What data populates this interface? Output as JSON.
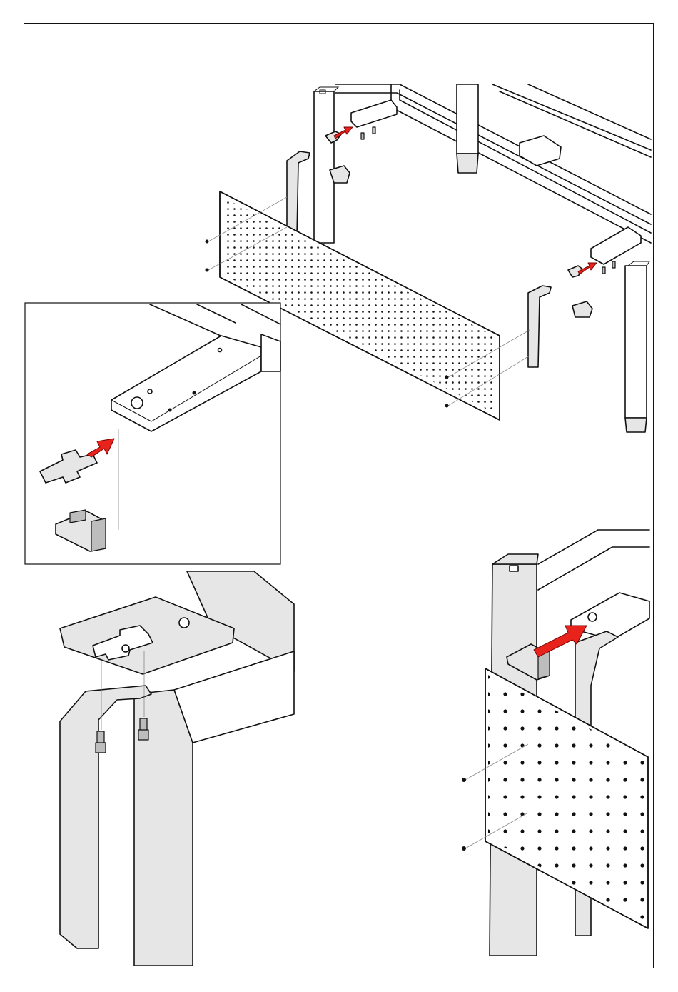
{
  "figure": {
    "kind": "assembly-instruction",
    "panels": [
      "overview",
      "detail-bracket-insert",
      "detail-leg-bracket-screws",
      "detail-leg-panel"
    ],
    "arrow_color": "#e8231c",
    "line_color": "#111111",
    "shade_color": "#e6e6e6"
  }
}
